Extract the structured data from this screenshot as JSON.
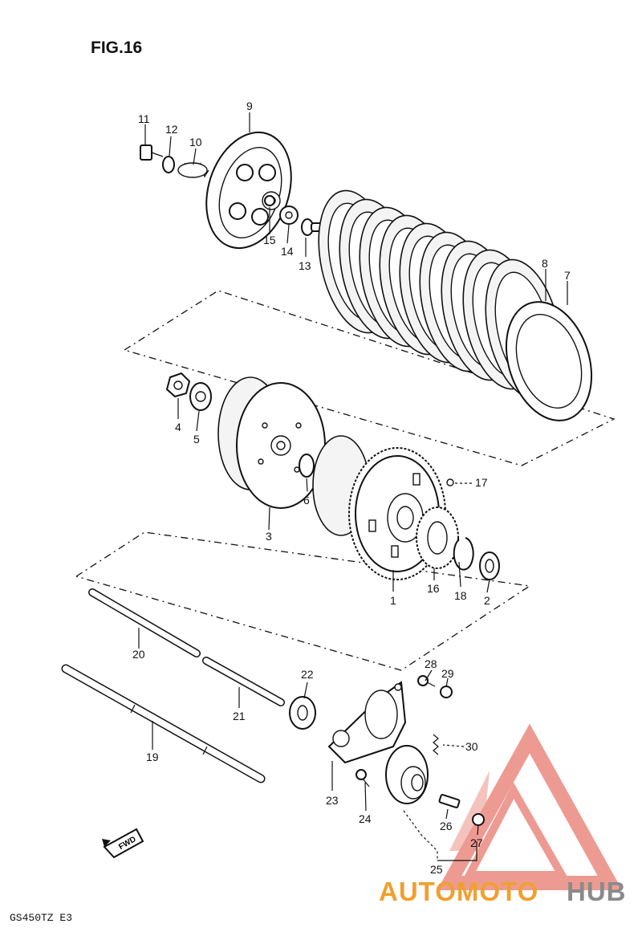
{
  "figure": {
    "title": "FIG.16",
    "model": "GS450TZ E3"
  },
  "fwd_label": "FWD",
  "watermark": {
    "part1": "AUTOMOTO",
    "part2": "HUB",
    "color_orange": "#f0a030",
    "color_gray": "#8a8a8a",
    "color_red": "#e04a3a"
  },
  "callouts": {
    "c1": "1",
    "c2": "2",
    "c3": "3",
    "c4": "4",
    "c5": "5",
    "c6": "6",
    "c7": "7",
    "c8": "8",
    "c9": "9",
    "c10": "10",
    "c11": "11",
    "c12": "12",
    "c13": "13",
    "c14": "14",
    "c15": "15",
    "c16": "16",
    "c17": "17",
    "c18": "18",
    "c19": "19",
    "c20": "20",
    "c21": "21",
    "c22": "22",
    "c23": "23",
    "c24": "24",
    "c25": "25",
    "c26": "26",
    "c27": "27",
    "c28": "28",
    "c29": "29",
    "c30": "30"
  }
}
